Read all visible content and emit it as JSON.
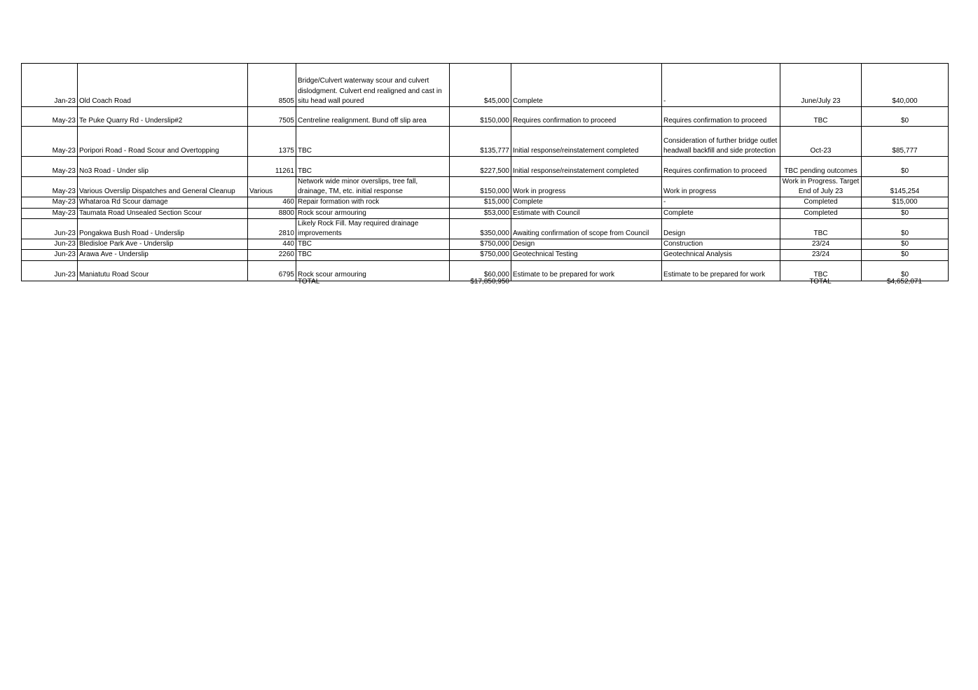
{
  "rows": [
    {
      "date": "Jan-23",
      "location": "Old Coach Road",
      "rp": "8505",
      "description": "Bridge/Culvert waterway scour and culvert dislodgment. Culvert end realigned and cast in situ head wall poured",
      "estimate": "$45,000",
      "status": "Complete",
      "next_step": "-",
      "timeframe": "June/July 23",
      "remaining": "$40,000"
    },
    {
      "date": "May-23",
      "location": "Te Puke Quarry Rd - Underslip#2",
      "rp": "7505",
      "description": "Centreline realignment.  Bund off slip area",
      "estimate": "$150,000",
      "status": "Requires confirmation to proceed",
      "next_step": "Requires confirmation to proceed",
      "timeframe": "TBC",
      "remaining": "$0"
    },
    {
      "date": "May-23",
      "location": "Poripori Road - Road Scour and Overtopping",
      "rp": "1375",
      "description": "TBC",
      "estimate": "$135,777",
      "status": "Initial response/reinstatement completed",
      "next_step": "Consideration of further bridge outlet headwall backfill and side protection",
      "timeframe": "Oct-23",
      "remaining": "$85,777"
    },
    {
      "date": "May-23",
      "location": "No3 Road - Under slip",
      "rp": "11261",
      "description": "TBC",
      "estimate": "$227,500",
      "status": "Initial response/reinstatement completed",
      "next_step": "Requires confirmation to proceed",
      "timeframe": "TBC pending outcomes",
      "remaining": "$0"
    },
    {
      "date": "May-23",
      "location": "Various Overslip Dispatches and General Cleanup",
      "rp": "Various",
      "description": "Network wide minor overslips, tree fall, drainage, TM, etc. initial response",
      "estimate": "$150,000",
      "status": "Work in progress",
      "next_step": "Work in progress",
      "timeframe": "Work in Progress. Target End of July 23",
      "remaining": "$145,254"
    },
    {
      "date": "May-23",
      "location": "Whataroa Rd Scour damage",
      "rp": "460",
      "description": "Repair formation with rock",
      "estimate": "$15,000",
      "status": "Complete",
      "next_step": "-",
      "timeframe": "Completed",
      "remaining": "$15,000"
    },
    {
      "date": "May-23",
      "location": "Taumata Road Unsealed Section Scour",
      "rp": "8800",
      "description": "Rock scour armouring",
      "estimate": "$53,000",
      "status": "Estimate with Council",
      "next_step": "Complete",
      "timeframe": "Completed",
      "remaining": "$0"
    },
    {
      "date": "Jun-23",
      "location": "Pongakwa Bush Road - Underslip",
      "rp": "2810",
      "description": "Likely Rock Fill. May required drainage improvements",
      "estimate": "$350,000",
      "status": "Awaiting confirmation of scope from Council",
      "next_step": "Design",
      "timeframe": "TBC",
      "remaining": "$0"
    },
    {
      "date": "Jun-23",
      "location": "Bledisloe Park Ave - Underslip",
      "rp": "440",
      "description": "TBC",
      "estimate": "$750,000",
      "status": "Design",
      "next_step": "Construction",
      "timeframe": "23/24",
      "remaining": "$0"
    },
    {
      "date": "Jun-23",
      "location": "Arawa Ave - Underslip",
      "rp": "2260",
      "description": "TBC",
      "estimate": "$750,000",
      "status": "Geotechnical Testing",
      "next_step": "Geotechnical Analysis",
      "timeframe": "23/24",
      "remaining": "$0"
    },
    {
      "date": "Jun-23",
      "location": "Maniatutu Road Scour",
      "rp": "6795",
      "description": "Rock scour armouring",
      "estimate": "$60,000",
      "status": "Estimate to be prepared for work",
      "next_step": "Estimate to be prepared for work",
      "timeframe": "TBC",
      "remaining": "$0"
    }
  ],
  "totals": {
    "label_left": "TOTAL",
    "estimate_total": "$17,850,950",
    "label_right": "TOTAL",
    "remaining_total": "$4,652,071"
  }
}
